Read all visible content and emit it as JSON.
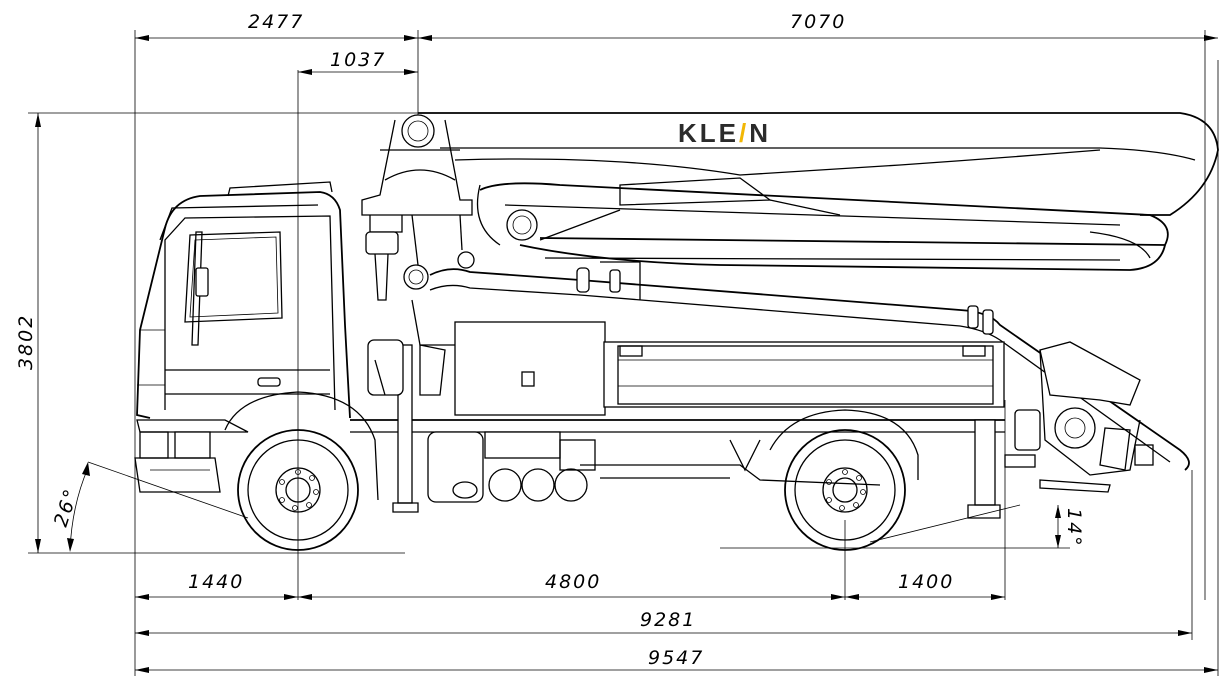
{
  "brand": {
    "text_before": "KLE",
    "text_slash": "/",
    "text_after": "N",
    "text_color": "#2b2b2b",
    "slash_color": "#f2b705"
  },
  "dimensions": {
    "top_left": "2477",
    "top_right": "7070",
    "pivot_offset": "1037",
    "height": "3802",
    "front_overhang": "1440",
    "wheelbase": "4800",
    "rear_overhang": "1400",
    "length_chassis": "9281",
    "length_total": "9547",
    "approach_angle": "26°",
    "departure_angle": "14°"
  }
}
